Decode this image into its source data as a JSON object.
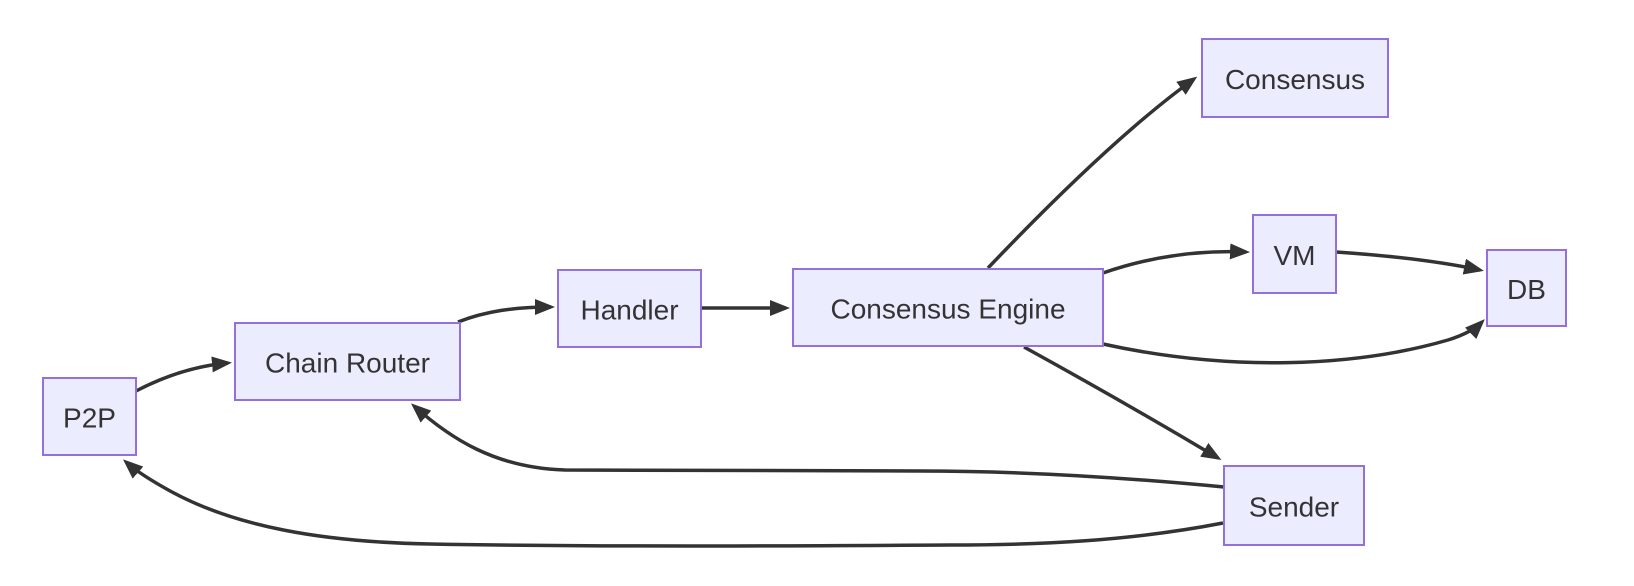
{
  "diagram": {
    "type": "flowchart",
    "background": "#ffffff",
    "colors": {
      "node_fill": "#ECECFF",
      "node_border": "#9370DB",
      "edge": "#333333",
      "text": "#333333"
    },
    "nodes": [
      {
        "id": "p2p",
        "label": "P2P"
      },
      {
        "id": "chain-router",
        "label": "Chain Router"
      },
      {
        "id": "handler",
        "label": "Handler"
      },
      {
        "id": "consensus-engine",
        "label": "Consensus Engine"
      },
      {
        "id": "consensus",
        "label": "Consensus"
      },
      {
        "id": "vm",
        "label": "VM"
      },
      {
        "id": "db",
        "label": "DB"
      },
      {
        "id": "sender",
        "label": "Sender"
      }
    ],
    "edges": [
      {
        "from": "P2P",
        "to": "Chain Router"
      },
      {
        "from": "Chain Router",
        "to": "Handler"
      },
      {
        "from": "Handler",
        "to": "Consensus Engine"
      },
      {
        "from": "Consensus Engine",
        "to": "Consensus"
      },
      {
        "from": "Consensus Engine",
        "to": "VM"
      },
      {
        "from": "VM",
        "to": "DB"
      },
      {
        "from": "Consensus Engine",
        "to": "DB"
      },
      {
        "from": "Consensus Engine",
        "to": "Sender"
      },
      {
        "from": "Sender",
        "to": "Chain Router"
      },
      {
        "from": "Sender",
        "to": "P2P"
      }
    ]
  }
}
